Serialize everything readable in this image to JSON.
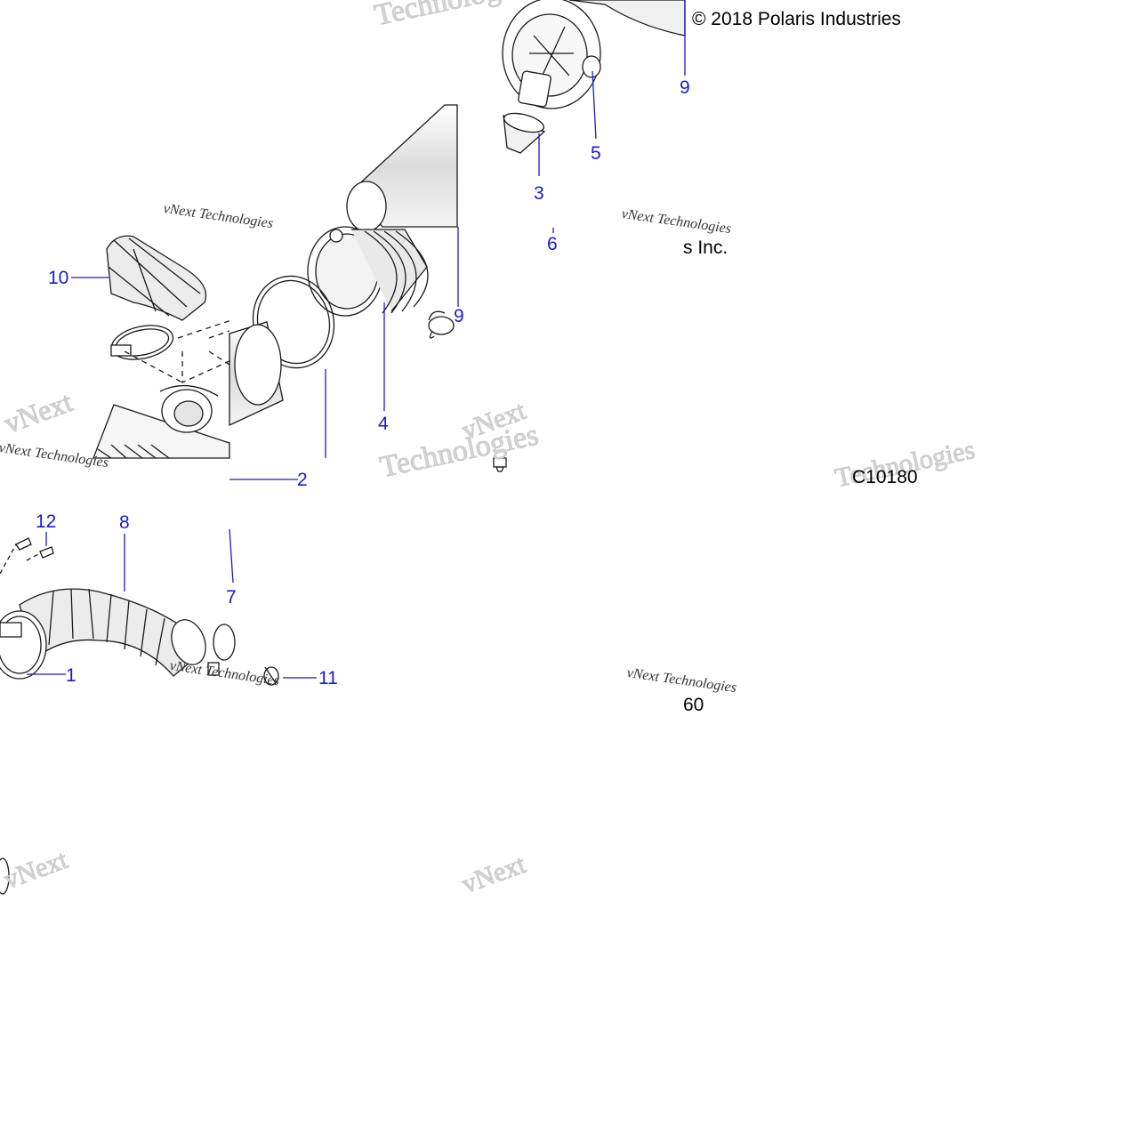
{
  "copyright": "© 2018 Polaris Industries",
  "copyright_fragment": "s Inc.",
  "drawing_code": "C10180",
  "page_fragment": "60",
  "watermark": {
    "large_1": "Technologies",
    "large_2": "vNext",
    "small": "vNext Technologies"
  },
  "callouts": {
    "c1": "1",
    "c2": "2",
    "c3": "3",
    "c4": "4",
    "c5": "5",
    "c6": "6",
    "c7": "7",
    "c8": "8",
    "c9a": "9",
    "c9b": "9",
    "c10": "10",
    "c11": "11",
    "c12": "12"
  },
  "colors": {
    "callout": "#1a1ad0",
    "leader": "#1a1ad0",
    "linework": "#1a1a1a",
    "watermark": "#d6d6d6"
  }
}
